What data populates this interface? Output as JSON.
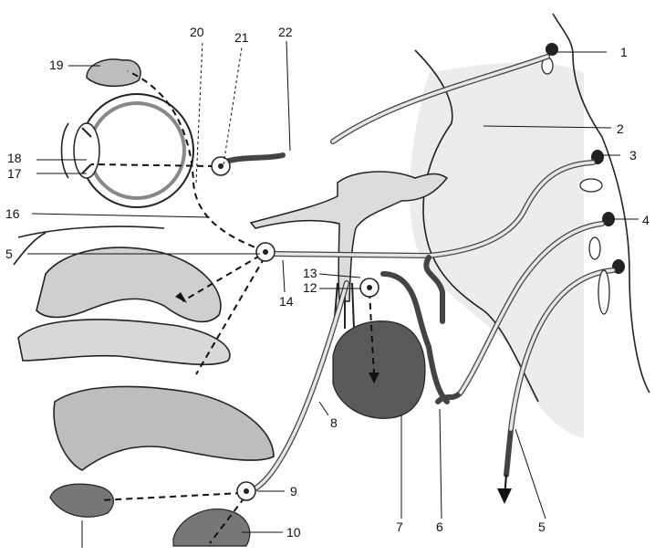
{
  "labels": {
    "l1": "1",
    "l2": "2",
    "l3": "3",
    "l4": "4",
    "l5a": "5",
    "l5b": "5",
    "l6": "6",
    "l7": "7",
    "l8": "8",
    "l9": "9",
    "l10": "10",
    "l12": "12",
    "l13": "13",
    "l14": "14",
    "l16": "16",
    "l17": "17",
    "l18": "18",
    "l19": "19",
    "l20": "20",
    "l21": "21",
    "l22": "22"
  }
}
